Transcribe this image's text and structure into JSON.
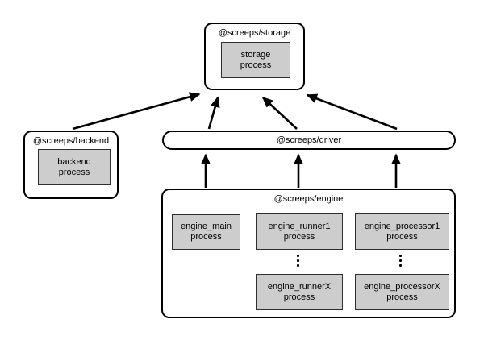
{
  "nodes": {
    "storage": {
      "title": "@screeps/storage",
      "process_line1": "storage",
      "process_line2": "process"
    },
    "backend": {
      "title": "@screeps/backend",
      "process_line1": "backend",
      "process_line2": "process"
    },
    "driver": {
      "title": "@screeps/driver"
    },
    "engine": {
      "title": "@screeps/engine",
      "processes": [
        {
          "line1": "engine_main",
          "line2": "process"
        },
        {
          "line1": "engine_runner1",
          "line2": "process"
        },
        {
          "line1": "engine_processor1",
          "line2": "process"
        },
        {
          "line1": "engine_runnerX",
          "line2": "process"
        },
        {
          "line1": "engine_processorX",
          "line2": "process"
        }
      ]
    }
  },
  "edges": [
    {
      "from": "@screeps/backend",
      "to": "@screeps/storage",
      "count": 1
    },
    {
      "from": "@screeps/driver",
      "to": "@screeps/storage",
      "count": 3
    },
    {
      "from": "@screeps/engine",
      "to": "@screeps/driver",
      "count": 3
    }
  ],
  "colors": {
    "background": "#ffffff",
    "node_fill": "#ffffff",
    "node_border": "#000000",
    "process_fill": "#cdcdcd",
    "process_border": "#2e2e2e",
    "arrow": "#000000"
  }
}
